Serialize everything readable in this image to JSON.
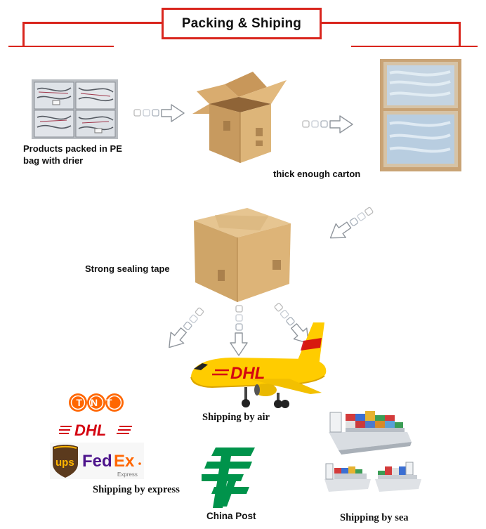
{
  "header": {
    "title": "Packing & Shiping"
  },
  "steps": {
    "pe_bag": "Products packed in PE bag with drier",
    "carton": "thick enough carton",
    "tape": "Strong sealing tape"
  },
  "shipping": {
    "air": "Shipping by air",
    "express": "Shipping by express",
    "sea": "Shipping by sea",
    "china_post": "China Post"
  },
  "logos": {
    "tnt": "TNT",
    "dhl": "DHL",
    "ups": "ups",
    "fedex_fed": "Fed",
    "fedex_ex": "Ex",
    "fedex_sub": "Express",
    "plane_dhl": "DHL"
  },
  "colors": {
    "accent_red": "#d9251d",
    "dhl_yellow": "#ffcc00",
    "dhl_red": "#d40511",
    "tnt_orange": "#ff6600",
    "fedex_purple": "#4d148c",
    "fedex_orange": "#ff6600",
    "ups_brown": "#5b3a1d",
    "china_post_green": "#00934b"
  },
  "icons": {
    "flow_arrow": "dotted-arrow-icon",
    "pe_bags": "pe-bag-photo",
    "open_box": "open-carton-icon",
    "closed_box": "sealed-carton-icon",
    "carton_inside": "carton-interior-photo",
    "plane": "cargo-plane-icon",
    "ship": "container-ship-icon"
  }
}
